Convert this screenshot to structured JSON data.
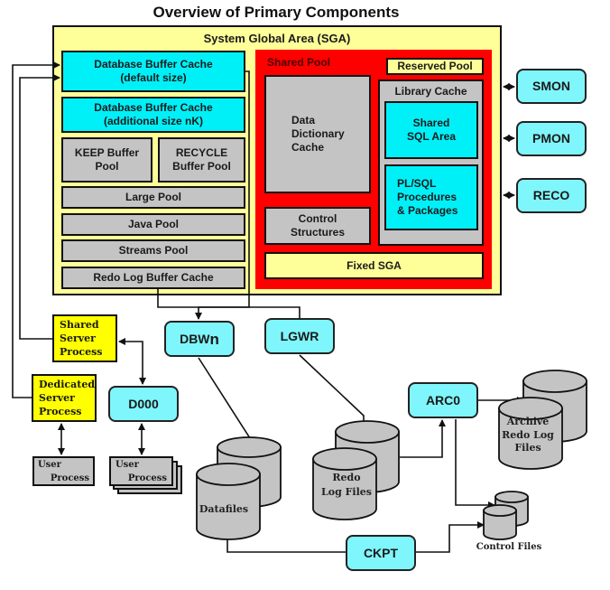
{
  "title": "Overview of Primary Components",
  "sga": {
    "label": "System Global Area (SGA)",
    "db_buffer_default": "Database Buffer Cache\n(default size)",
    "db_buffer_nk": "Database Buffer Cache\n(additional size nK)",
    "keep_pool": "KEEP Buffer\nPool",
    "recycle_pool": "RECYCLE\nBuffer Pool",
    "large_pool": "Large Pool",
    "java_pool": "Java Pool",
    "streams_pool": "Streams Pool",
    "redo_log_buffer": "Redo Log Buffer Cache",
    "shared_pool": {
      "label": "Shared Pool",
      "reserved_pool": "Reserved Pool",
      "data_dictionary_cache": "Data\nDictionary\nCache",
      "library_cache": "Library Cache",
      "shared_sql_area": "Shared\nSQL Area",
      "plsql": "PL/SQL\nProcedures\n& Packages",
      "control_structures": "Control\nStructures",
      "fixed_sga": "Fixed SGA"
    }
  },
  "background_processes": {
    "smon": "SMON",
    "pmon": "PMON",
    "reco": "RECO",
    "dbwn_main": "DBW",
    "dbwn_sub": "n",
    "lgwr": "LGWR",
    "arc0": "ARC0",
    "ckpt": "CKPT",
    "d000": "D000"
  },
  "server_processes": {
    "shared_server": "Shared\nServer\nProcess",
    "dedicated_server": "Dedicated\nServer\nProcess"
  },
  "user_processes": {
    "dedicated_user": "User\n    Process",
    "shared_user": "User\n    Process"
  },
  "files": {
    "datafiles": "Datafiles",
    "redo_log_files_1": "Redo",
    "redo_log_files_2": "Log Files",
    "archive_1": "Archive",
    "archive_2": "Redo Log",
    "archive_3": "Files",
    "control_files": "Control Files"
  },
  "colors": {
    "sga_background": "#ffff99",
    "buffer_cache": "#00f0f8",
    "pool_gray": "#c4c4c4",
    "shared_pool_red": "#ff0000",
    "server_process_yellow": "#ffff00",
    "background_process": "#7ff6fb"
  }
}
